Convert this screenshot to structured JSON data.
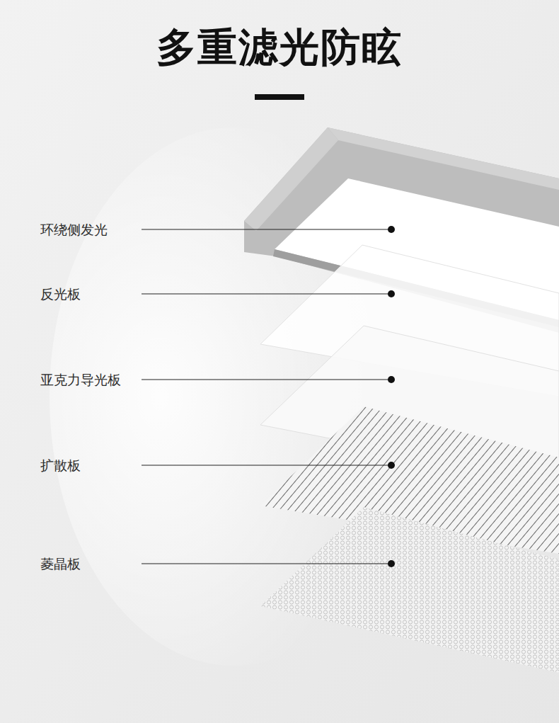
{
  "diagram": {
    "title": "多重滤光防眩",
    "labels": [
      "环绕侧发光",
      "反光板",
      "亚克力导光板",
      "扩散板",
      "菱晶板"
    ]
  }
}
